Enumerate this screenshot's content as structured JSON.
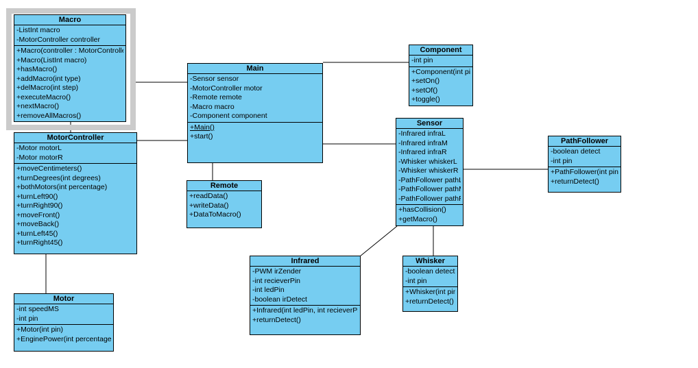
{
  "diagram": {
    "background_color": "#ffffff",
    "box_fill_color": "#76cdf1",
    "box_border_color": "#000000",
    "selection_frame_color": "#cbcbcb",
    "classes": [
      {
        "id": "macro",
        "name": "Macro",
        "selected": true,
        "attributes": [
          "-ListInt macro",
          "-MotorController controller"
        ],
        "methods": [
          "+Macro(controller : MotorController)",
          "+Macro(ListInt macro)",
          "+hasMacro()",
          "+addMacro(int type)",
          "+delMacro(int step)",
          "+executeMacro()",
          "+nextMacro()",
          "+removeAllMacros()"
        ],
        "static_method_indices": []
      },
      {
        "id": "motorcontroller",
        "name": "MotorController",
        "selected": false,
        "attributes": [
          "-Motor motorL",
          "-Motor motorR"
        ],
        "methods": [
          "+moveCentimeters()",
          "+turnDegrees(int degrees)",
          "+bothMotors(int percentage)",
          "+turnLeft90()",
          "+turnRight90()",
          "+moveFront()",
          "+moveBack()",
          "+turnLeft45()",
          "+turnRight45()"
        ],
        "static_method_indices": []
      },
      {
        "id": "motor",
        "name": "Motor",
        "selected": false,
        "attributes": [
          "-int speedMS",
          "-int pin"
        ],
        "methods": [
          "+Motor(int pin)",
          "+EnginePower(int percentage)"
        ],
        "static_method_indices": []
      },
      {
        "id": "main",
        "name": "Main",
        "selected": false,
        "attributes": [
          "-Sensor sensor",
          "-MotorController motor",
          "-Remote remote",
          "-Macro macro",
          "-Component component"
        ],
        "methods": [
          "+Main()",
          "+start()"
        ],
        "static_method_indices": [
          0
        ]
      },
      {
        "id": "remote",
        "name": "Remote",
        "selected": false,
        "attributes": [],
        "methods": [
          "+readData()",
          "+writeData()",
          "+DataToMacro()"
        ],
        "static_method_indices": []
      },
      {
        "id": "component",
        "name": "Component",
        "selected": false,
        "attributes": [
          "-int pin"
        ],
        "methods": [
          "+Component(int pin)",
          "+setOn()",
          "+setOf()",
          "+toggle()"
        ],
        "static_method_indices": []
      },
      {
        "id": "sensor",
        "name": "Sensor",
        "selected": false,
        "attributes": [
          "-Infrared infraL",
          "-Infrared infraM",
          "-Infrared infraR",
          "-Whisker whiskerL",
          "-Whisker whiskerR",
          "-PathFollower pathL",
          "-PathFollower pathM",
          "-PathFollower pathR"
        ],
        "methods": [
          "+hasCollision()",
          "+getMacro()"
        ],
        "static_method_indices": []
      },
      {
        "id": "pathfollower",
        "name": "PathFollower",
        "selected": false,
        "attributes": [
          "-boolean detect",
          "-int pin"
        ],
        "methods": [
          "+PathFollower(int pin)",
          "+returnDetect()"
        ],
        "static_method_indices": []
      },
      {
        "id": "infrared",
        "name": "Infrared",
        "selected": false,
        "attributes": [
          "-PWM irZender",
          "-int recieverPin",
          "-int ledPin",
          "-boolean irDetect"
        ],
        "methods": [
          "+Infrared(int ledPin, int recieverPin)",
          "+returnDetect()"
        ],
        "static_method_indices": []
      },
      {
        "id": "whisker",
        "name": "Whisker",
        "selected": false,
        "attributes": [
          "-boolean detect",
          "-int pin"
        ],
        "methods": [
          "+Whisker(int pin)",
          "+returnDetect()"
        ],
        "static_method_indices": []
      }
    ],
    "relations": [
      {
        "from": "Macro",
        "to": "Main"
      },
      {
        "from": "Macro",
        "to": "MotorController"
      },
      {
        "from": "MotorController",
        "to": "Main"
      },
      {
        "from": "MotorController",
        "to": "Motor"
      },
      {
        "from": "Main",
        "to": "Remote"
      },
      {
        "from": "Main",
        "to": "Component"
      },
      {
        "from": "Main",
        "to": "Sensor"
      },
      {
        "from": "Sensor",
        "to": "PathFollower"
      },
      {
        "from": "Sensor",
        "to": "Whisker"
      },
      {
        "from": "Sensor",
        "to": "Infrared"
      }
    ]
  }
}
